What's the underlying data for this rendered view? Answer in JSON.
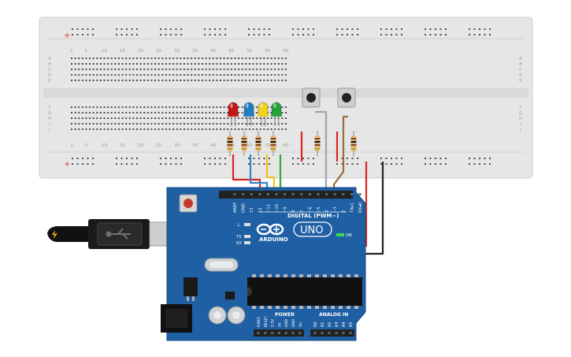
{
  "colors": {
    "breadboard": "#e6e6e6",
    "board": "#1f5fa3",
    "led_red": "#c0181b",
    "led_blue": "#1e7ec0",
    "led_yellow": "#f1d21a",
    "led_green": "#24a33b",
    "wire_red": "#d92525",
    "wire_black": "#222222",
    "wire_blue": "#2d86c7",
    "wire_yellow": "#f0c419",
    "wire_green": "#2eaa3a",
    "wire_gray": "#9ea4a8",
    "wire_brown": "#9c6a3c"
  },
  "breadboard": {
    "col_numbers": [
      "1",
      "5",
      "10",
      "15",
      "20",
      "25",
      "30",
      "35",
      "40",
      "45",
      "50",
      "55",
      "60"
    ],
    "rows_top": [
      "A",
      "B",
      "C",
      "D",
      "E"
    ],
    "rows_bottom": [
      "F",
      "G",
      "H",
      "I",
      "J"
    ],
    "rail_plus": "+",
    "rail_minus": "-"
  },
  "arduino": {
    "digital_label": "DIGITAL (PWM~)",
    "logo_text": "ARDUINO",
    "uno_text": "UNO",
    "on_label": "ON",
    "l_label": "L",
    "tx_label": "TX",
    "rx_label": "RX",
    "power_label": "POWER",
    "analog_label": "ANALOG IN",
    "digital_pins": [
      "AREF",
      "GND",
      "13",
      "12",
      "~11",
      "~10",
      "~9",
      "8",
      "7",
      "~6",
      "~5",
      "4",
      "~3",
      "2",
      "TX▸1",
      "RX◂0"
    ],
    "power_pins": [
      "IOREF",
      "RESET",
      "3.3V",
      "5V",
      "GND",
      "GND",
      "Vin"
    ],
    "analog_pins": [
      "A0",
      "A1",
      "A2",
      "A3",
      "A4",
      "A5"
    ]
  },
  "icons": [
    "usb-cable-icon",
    "reset-button",
    "led",
    "pushbutton",
    "resistor"
  ]
}
